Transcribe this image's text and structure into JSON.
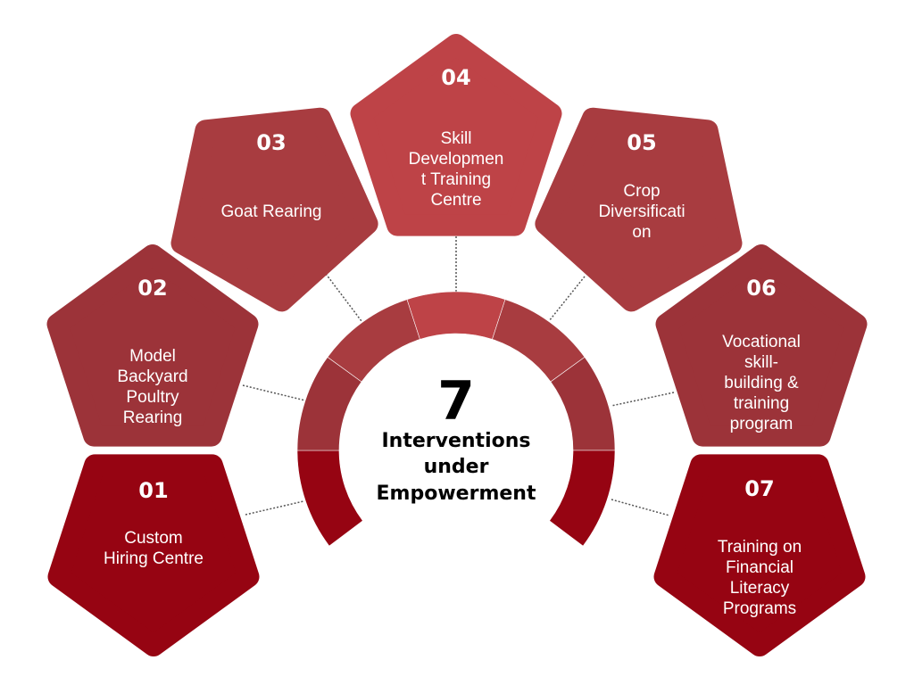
{
  "center": {
    "count": "7",
    "title_lines": [
      "Interventions",
      "under",
      "Empowerment"
    ]
  },
  "colors": {
    "dark": "#960412",
    "mid": "#9C3339",
    "light": "#A83C40",
    "top": "#BE4347",
    "connector": "#555555"
  },
  "interventions": [
    {
      "number": "01",
      "lines": [
        "Custom",
        "Hiring Centre"
      ],
      "color": "#960412"
    },
    {
      "number": "02",
      "lines": [
        "Model",
        "Backyard",
        "Poultry",
        "Rearing"
      ],
      "color": "#9C3339"
    },
    {
      "number": "03",
      "lines": [
        "Goat Rearing"
      ],
      "color": "#A83C40"
    },
    {
      "number": "04",
      "lines": [
        "Skill",
        "Developmen",
        "t Training",
        "Centre"
      ],
      "color": "#BE4347"
    },
    {
      "number": "05",
      "lines": [
        "Crop",
        "Diversificati",
        "on"
      ],
      "color": "#A83C40"
    },
    {
      "number": "06",
      "lines": [
        "Vocational",
        "skill-",
        "building &",
        "training",
        "program"
      ],
      "color": "#9C3339"
    },
    {
      "number": "07",
      "lines": [
        "Training on",
        "Financial",
        "Literacy",
        "Programs"
      ],
      "color": "#960412"
    }
  ]
}
